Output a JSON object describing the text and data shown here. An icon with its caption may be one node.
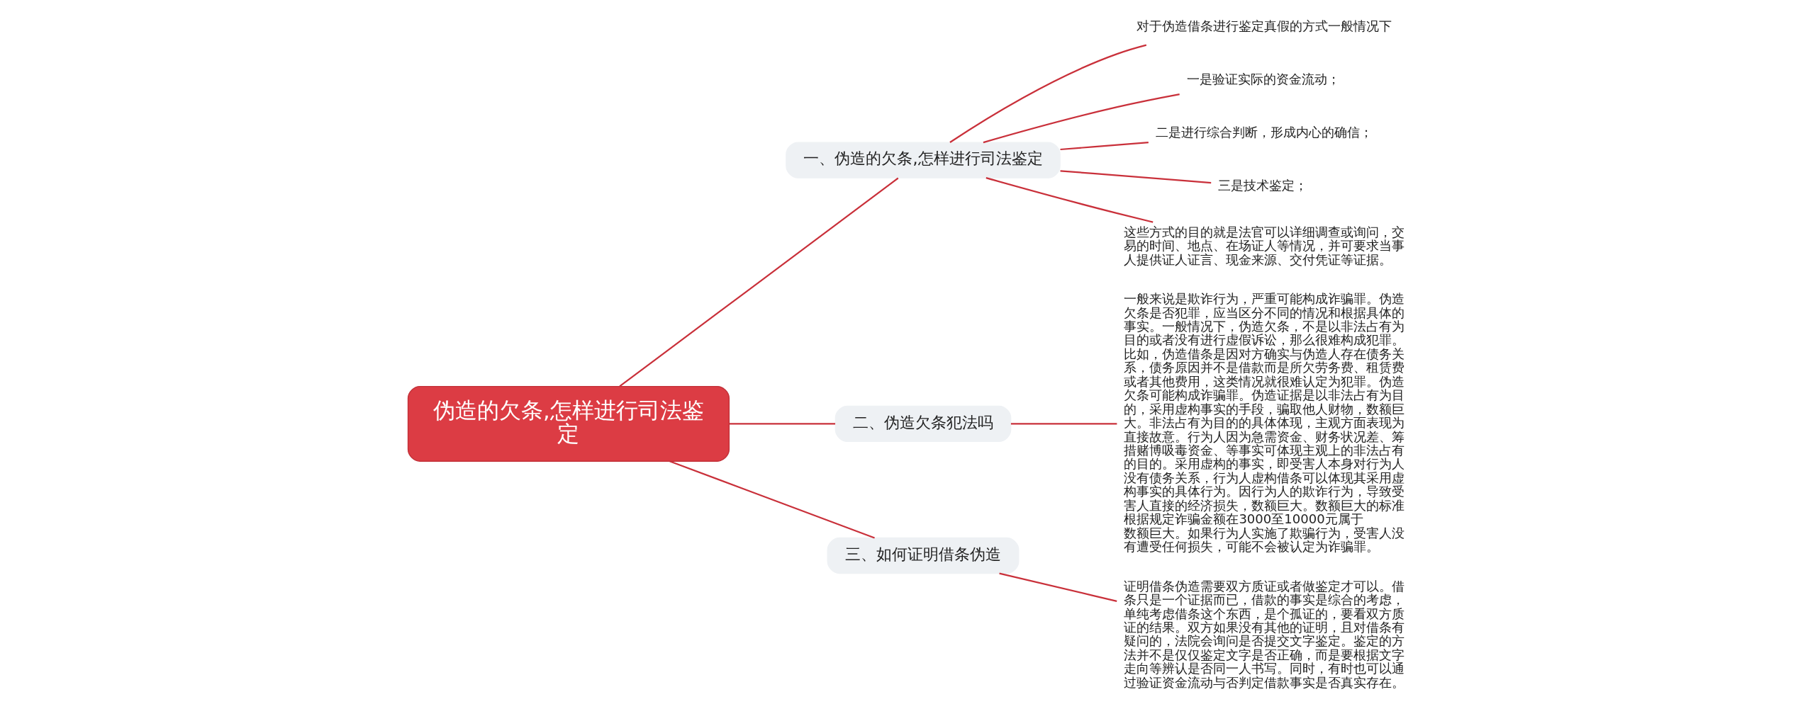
{
  "diagram": {
    "nodes": [
      {
        "text": [
          "伪造的欠条,怎样进行司法鉴定"
        ]
      },
      {
        "text": [
          "一、伪造的欠条,怎样进行司法鉴定"
        ]
      },
      {
        "text": [
          "对于伪造借条进行鉴定真假的方式一般情况下"
        ]
      },
      {
        "text": [
          "一是验证实际的资金流动；"
        ]
      },
      {
        "text": [
          "二是进行综合判断，形成内心的确信；"
        ]
      },
      {
        "text": [
          "三是技术鉴定；"
        ]
      },
      {
        "text": [
          "这些方式的目的就是法官可以详细调查或询问，交易的时间、地点、在场证人等情况，并可要求当事人提供证人证言、现金来源、交付凭证等证据。"
        ]
      },
      {
        "text": [
          "二、伪造欠条犯法吗"
        ]
      },
      {
        "text": [
          "一般来说是欺诈行为，严重可能构成诈骗罪。伪造欠条是否犯罪，应当区分不同的情况和根据具体的事实。一般情况下，伪造欠条，不是以非法占有为目的或者没有进行虚假诉讼，那么很难构成犯罪。比如，伪造借条是因对方确实与伪造人存在债务关系，债务原因并不是借款而是所欠劳务费、租赁费或者其他费用，这类情况就很难认定为犯罪。伪造欠条可能构成诈骗罪。伪造证据是以非法占有为目的，采用虚构事实的手段，骗取他人财物，数额巨大。非法占有为目的的具体体现，主观方面表现为直接故意。行为人因为急需资金、财务状况差、筹措赌博吸毒资金、等事实可体现主观上的非法占有的目的。采用虚构的事实，即受害人本身对行为人没有债务关系，行为人虚构借条可以体现其采用虚构事实的具体行为。因行为人的欺诈行为，导致受害人直接的经济损失，数额巨大。数额巨大的标准根据规定诈骗金额在3000至10000元属于数额巨大。如果行为人实施了欺骗行为，受害人没有遭受任何损失，可能不会被认定为诈骗罪。"
        ]
      },
      {
        "text": [
          "三、如何证明借条伪造"
        ]
      },
      {
        "text": [
          "证明借条伪造需要双方质证或者做鉴定才可以。借条只是一个证据而已，借款的事实是综合的考虑，单纯考虑借条这个东西，是个孤证的，要看双方质证的结果。双方如果没有其他的证明，且对借条有疑问的，法院会询问是否提交文字鉴定。鉴定的方法并不是仅仅鉴定文字是否正确，而是要根据文字走向等辨认是否同一人书写。同时，有时也可以通过验证资金流动与否判定借款事实是否真实存在。"
        ]
      }
    ],
    "edges": [
      {
        "from": 0,
        "to": 1,
        "arrow": "none"
      },
      {
        "from": 1,
        "to": 2,
        "arrow": "none"
      },
      {
        "from": 1,
        "to": 3,
        "arrow": "none"
      },
      {
        "from": 1,
        "to": 4,
        "arrow": "none"
      },
      {
        "from": 1,
        "to": 5,
        "arrow": "none"
      },
      {
        "from": 1,
        "to": 6,
        "arrow": "none"
      },
      {
        "from": 0,
        "to": 7,
        "arrow": "none"
      },
      {
        "from": 7,
        "to": 8,
        "arrow": "none"
      },
      {
        "from": 0,
        "to": 9,
        "arrow": "none"
      },
      {
        "from": 9,
        "to": 10,
        "arrow": "none"
      }
    ]
  }
}
